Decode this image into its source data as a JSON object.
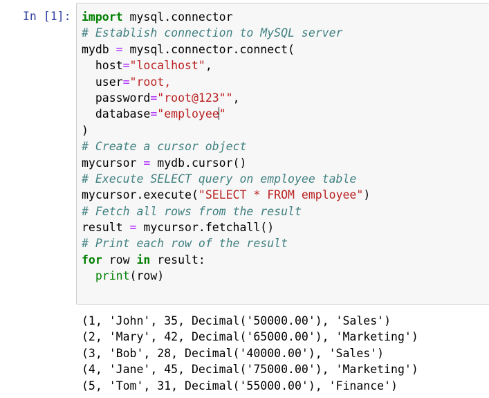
{
  "cell": {
    "prompt": "In [1]:",
    "code": {
      "l1_kw": "import",
      "l1_rest": " mysql.connector",
      "l2_comment": "# Establish connection to MySQL server",
      "l3_a": "mydb ",
      "l3_eq": "=",
      "l3_b": " mysql.connector.connect(",
      "l4_key": "  host",
      "l4_eq": "=",
      "l4_val": "\"localhost\"",
      "l4_end": ",",
      "l5_key": "  user",
      "l5_eq": "=",
      "l5_val": "\"root,",
      "l6_key": "  password",
      "l6_eq": "=",
      "l6_val": "\"root@123\"\"",
      "l6_end": ",",
      "l7_key": "  database",
      "l7_eq": "=",
      "l7_val_a": "\"employee",
      "l7_val_b": "\"",
      "l8": ")",
      "l9_comment": "# Create a cursor object",
      "l10_a": "mycursor ",
      "l10_eq": "=",
      "l10_b": " mydb.cursor()",
      "l11_comment": "# Execute SELECT query on employee table",
      "l12_a": "mycursor.execute(",
      "l12_str": "\"SELECT * FROM employee\"",
      "l12_b": ")",
      "l13_comment": "# Fetch all rows from the result",
      "l14_a": "result ",
      "l14_eq": "=",
      "l14_b": " mycursor.fetchall()",
      "l15_comment": "# Print each row of the result",
      "l16_for": "for",
      "l16_a": " row ",
      "l16_in": "in",
      "l16_b": " result:",
      "l17_indent": "  ",
      "l17_print": "print",
      "l17_b": "(row)"
    }
  },
  "output": {
    "lines": [
      "(1, 'John', 35, Decimal('50000.00'), 'Sales')",
      "(2, 'Mary', 42, Decimal('65000.00'), 'Marketing')",
      "(3, 'Bob', 28, Decimal('40000.00'), 'Sales')",
      "(4, 'Jane', 45, Decimal('75000.00'), 'Marketing')",
      "(5, 'Tom', 31, Decimal('55000.00'), 'Finance')"
    ]
  },
  "colors": {
    "prompt": "#303f9f",
    "keyword": "#008000",
    "comment": "#408080",
    "operator": "#aa22ff",
    "string": "#ba2121",
    "cell_background": "#f7f7f7",
    "cell_border": "#cfcfcf"
  }
}
